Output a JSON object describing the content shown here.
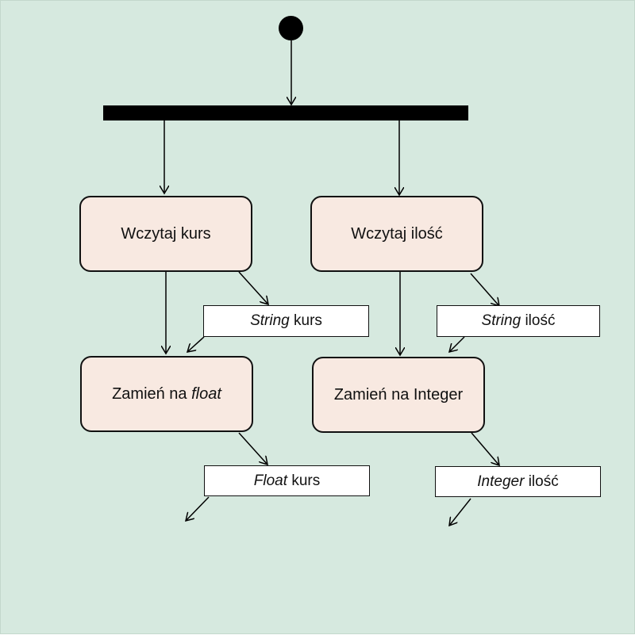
{
  "actions": {
    "wczytaj_kurs": "Wczytaj kurs",
    "wczytaj_ilosc": "Wczytaj ilość",
    "zamien_float": {
      "prefix": "Zamień na ",
      "emphasis": "float"
    },
    "zamien_integer": "Zamień na Integer"
  },
  "objects": {
    "string_kurs": {
      "type": "String",
      "name": "kurs"
    },
    "string_ilosc": {
      "type": "String",
      "name": "ilość"
    },
    "float_kurs": {
      "type": "Float",
      "name": "kurs"
    },
    "integer_ilosc": {
      "type": "Integer",
      "name": "ilość"
    }
  },
  "colors": {
    "background": "#d6e9df",
    "action_fill": "#f8e9e1",
    "object_fill": "#ffffff",
    "stroke": "#000000"
  }
}
